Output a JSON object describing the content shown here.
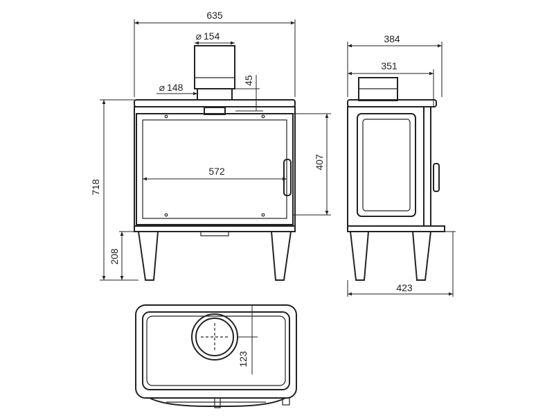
{
  "diagram": {
    "front_view": {
      "overall_width": "635",
      "flue_outlet_diameter": "154",
      "flue_collar_diameter": "148",
      "flue_height_offset": "45",
      "door_glass_width": "572",
      "door_height": "407",
      "overall_height": "718",
      "leg_height": "208"
    },
    "side_view": {
      "top_depth": "384",
      "body_depth": "351",
      "overall_depth": "423"
    },
    "top_view": {
      "flue_center_offset": "123"
    }
  },
  "colors": {
    "line": "#222222",
    "background": "#ffffff"
  }
}
